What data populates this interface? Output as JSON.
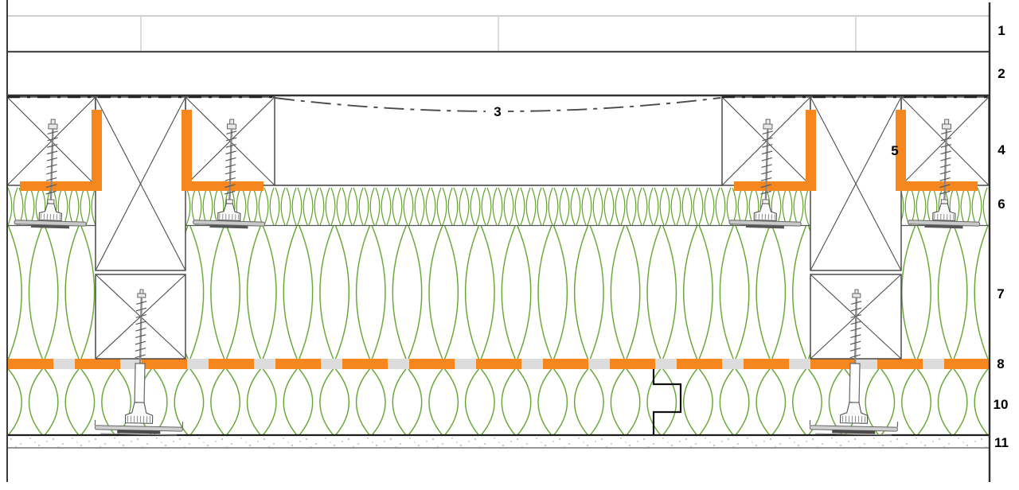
{
  "drawing": {
    "kind": "construction detail section",
    "colors": {
      "accent_orange": "#F6871F",
      "insulation_green": "#5FA32B",
      "band_gray": "#DCDCDC",
      "line_dark": "#333333",
      "line_light": "#CFCFCF"
    }
  },
  "callouts": [
    {
      "label": "1"
    },
    {
      "label": "2"
    },
    {
      "label": "3"
    },
    {
      "label": "4"
    },
    {
      "label": "5"
    },
    {
      "label": "6"
    },
    {
      "label": "7"
    },
    {
      "label": "8"
    },
    {
      "label": "10"
    },
    {
      "label": "11"
    }
  ]
}
